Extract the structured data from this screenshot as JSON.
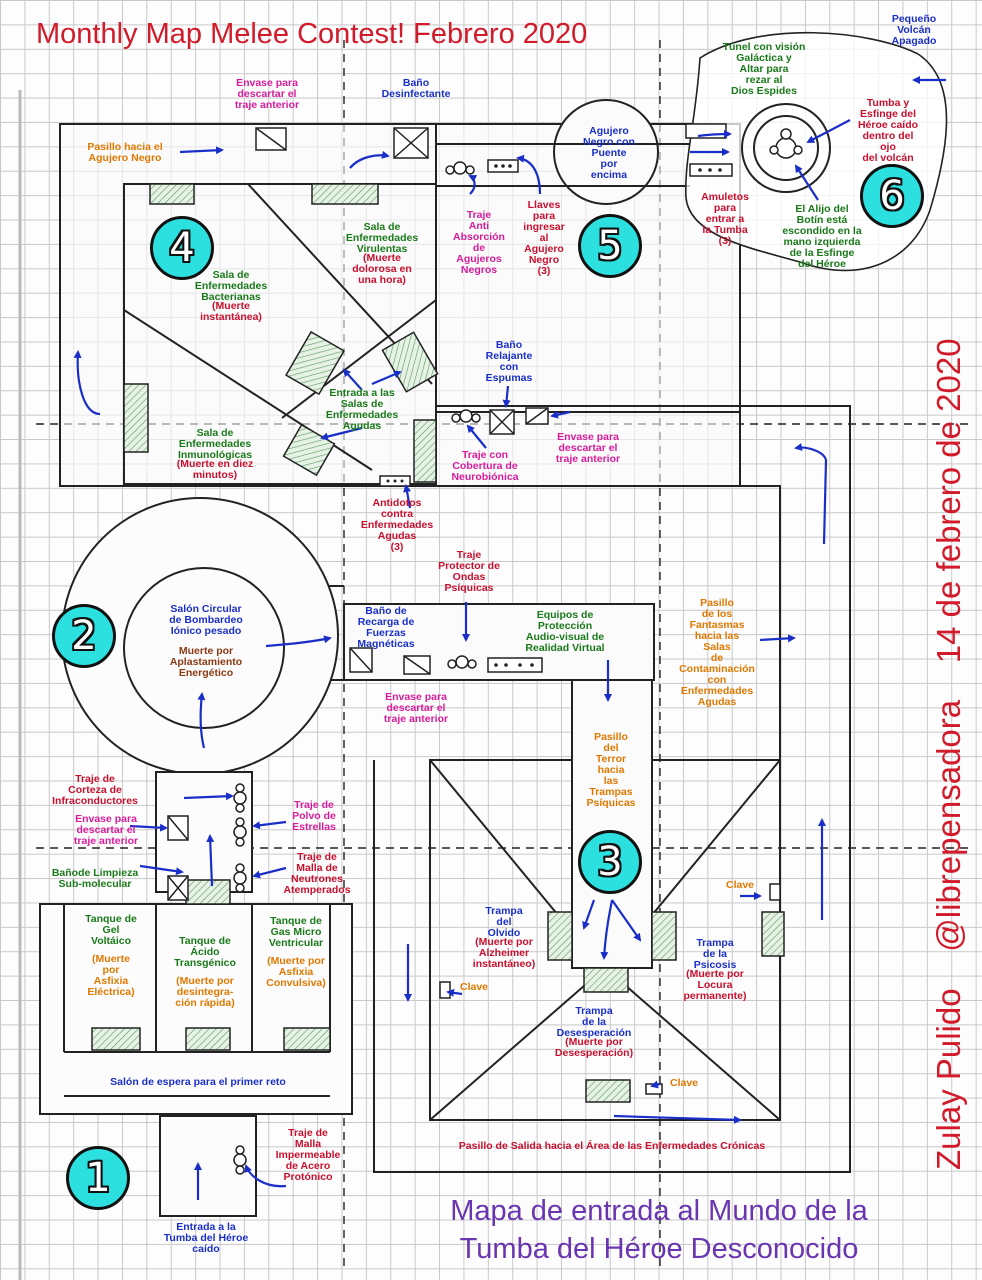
{
  "header": {
    "contest_title": "Monthly Map Melee Contest! Febrero 2020"
  },
  "footer": {
    "map_title": "Mapa de entrada al Mundo de la\nTumba del Héroe Desconocido",
    "credit_author": "Zulay Pulido",
    "credit_handle": "@librepensadora",
    "credit_date": "14 de febrero de 2020"
  },
  "colors": {
    "title_red": "#d11a2a",
    "footer_purple": "#6a35b0",
    "badge_cyan": "#2de0e0",
    "arrow_blue": "#1a2fc8",
    "room_green": "#1a7a1a",
    "death_red": "#c8102e",
    "corridor_orange": "#e07800",
    "container_magenta": "#d81b9b"
  },
  "badges": {
    "b1": "1",
    "b2": "2",
    "b3": "3",
    "b4": "4",
    "b5": "5",
    "b6": "6"
  },
  "labels": {
    "entry_tomb": "Entrada a la\nTumba del Héroe\ncaído",
    "suit_malla_acero": "Traje de\nMalla\nImpermeable\nde Acero\nProtónico",
    "waiting_hall": "Salón de espera para el primer reto",
    "tank_gel_name": "Tanque de\nGel\nVoltáico",
    "tank_gel_death": "(Muerte\npor\nAsfixia\nEléctrica)",
    "tank_acid_name": "Tanque de\nÁcido\nTransgénico",
    "tank_acid_death": "(Muerte por\ndesintegra-\nción rápida)",
    "tank_gas_name": "Tanque de\nGas Micro\nVentricular",
    "tank_gas_death": "(Muerte por\nAsfixia\nConvulsiva)",
    "bath_cleaning": "Bañode Limpieza\nSub-molecular",
    "container_discard_1": "Envase para\ndescartar el\ntraje anterior",
    "suit_cortex": "Traje de\nCorteza de\nInfraconductores",
    "suit_stardust": "Traje de\nPolvo de\nEstrellas",
    "suit_neutron": "Traje de\nMalla de\nNeutrones\nAtemperados",
    "circ_hall_name": "Salón Circular\nde Bombardeo\nIónico pesado",
    "circ_hall_death": "Muerte por\nAplastamiento\nEnergético",
    "bath_magnetic": "Baño de\nRecarga de\nFuerzas\nMagnéticas",
    "container_discard_2": "Envase para\ndescartar el\ntraje anterior",
    "suit_psychic": "Traje\nProtector de\nOndas\nPsíquicas",
    "av_equipment": "Equipos de\nProtección\nAudio-visual de\nRealidad Virtual",
    "corridor_terror": "Pasillo\ndel\nTerror\nhacia\nlas\nTrampas\nPsíquicas",
    "corridor_ghosts": "Pasillo\nde los\nFantasmas\nhacia las\nSalas\nde\nContaminación\ncon\nEnfermedades\nAgudas",
    "trap_olvido_name": "Trampa\ndel\nOlvido",
    "trap_olvido_death": "(Muerte por\nAlzheimer\ninstantáneo)",
    "trap_psicosis_name": "Trampa\nde la\nPsicosis",
    "trap_psicosis_death": "(Muerte por\nLocura\npermanente)",
    "trap_desesp_name": "Trampa\nde la\nDesesperación",
    "trap_desesp_death": "(Muerte por\nDesesperación)",
    "key_1": "Clave",
    "key_2": "Clave",
    "key_3": "Clave",
    "exit_corridor": "Pasillo de Salida hacia el Área de las Enfermedades Crónicas",
    "antidotes": "Antidotos\ncontra\nEnfermedades\nAgudas\n(3)",
    "suit_neurobionic": "Traje con\nCobertura de\nNeurobiónica",
    "bath_foam": "Baño\nRelajante\ncon\nEspumas",
    "container_discard_3": "Envase para\ndescartar el\ntraje anterior",
    "room_inmuno_name": "Sala de\nEnfermedades\nInmunológicas",
    "room_inmuno_death": "(Muerte en diez\nminutos)",
    "acute_entry": "Entrada a las\nSalas de\nEnfermedades\nAgudas",
    "room_bact_name": "Sala de\nEnfermedades\nBacterianas",
    "room_bact_death": "(Muerte\ninstantánea)",
    "room_viral_name": "Sala de\nEnfermedades\nVirulentas",
    "room_viral_death": "(Muerte\ndolorosa en\nuna hora)",
    "corridor_blackhole": "Pasillo hacia el\nAgujero Negro",
    "container_discard_4": "Envase para\ndescartar el\ntraje anterior",
    "bath_disinfect": "Baño\nDesinfectante",
    "suit_antiabs": "Traje\nAnti\nAbsorción\nde\nAgujeros\nNegros",
    "keys_blackhole": "Llaves\npara\ningresar\nal\nAgujero\nNegro\n(3)",
    "blackhole_bridge": "Agujero\nNegro con\nPuente\npor\nencima",
    "tunnel_galactic": "Túnel con visión\nGaláctica y\nAltar para\nrezar al\nDios Espides",
    "volcano": "Pequeño\nVolcán\nApagado",
    "tomb_sphinx": "Tumba y\nEsfinge del\nHéroe caído\ndentro del\nojo\ndel volcán",
    "amulets": "Amuletos\npara\nentrar a\nla Tumba\n(3)",
    "loot_hidden": "El Alijo del\nBotín está\nescondido en la\nmano izquierda\nde la Esfinge\ndel Héroe"
  }
}
